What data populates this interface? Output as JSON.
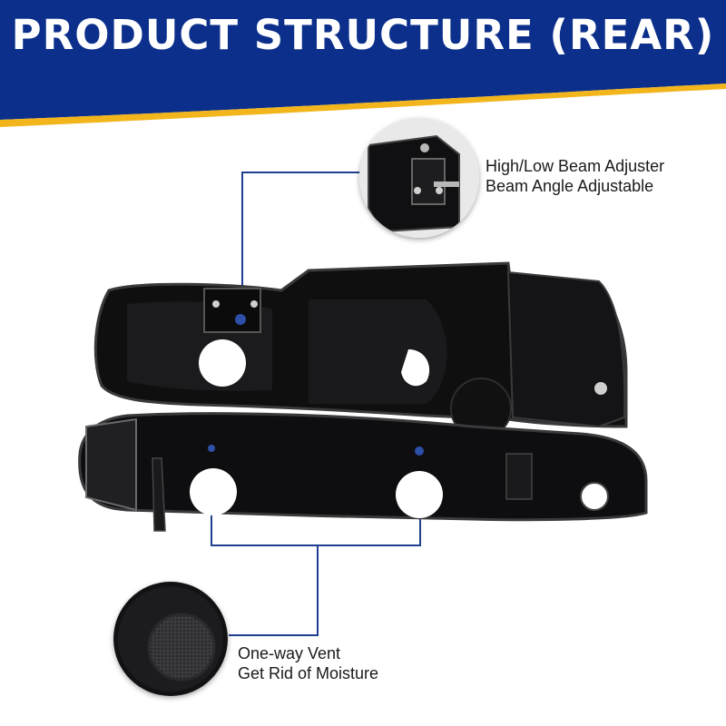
{
  "header": {
    "title": "PRODUCT STRUCTURE (REAR)",
    "background_color": "#0b2f8a",
    "accent_color": "#f2b51c"
  },
  "callouts": [
    {
      "icon": "beam-adjuster-icon",
      "line1": "High/Low Beam Adjuster",
      "line2": "Beam Angle Adjustable"
    },
    {
      "icon": "vent-mesh-icon",
      "line1": "One-way Vent",
      "line2": "Get Rid of Moisture"
    }
  ],
  "connector_color": "#1f3f8f"
}
